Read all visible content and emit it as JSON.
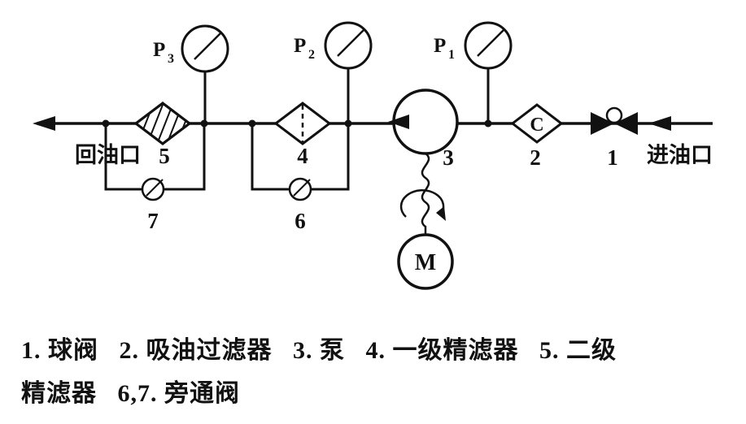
{
  "diagram": {
    "gauges": {
      "p3": {
        "label": "P",
        "sub": "3"
      },
      "p2": {
        "label": "P",
        "sub": "2"
      },
      "p1": {
        "label": "P",
        "sub": "1"
      }
    },
    "components": {
      "ball_valve_num": "1",
      "suction_filter_num": "2",
      "suction_filter_letter": "C",
      "pump_num": "3",
      "filter_stage1_num": "4",
      "filter_stage2_num": "5",
      "bypass_valve_right_num": "6",
      "bypass_valve_left_num": "7",
      "motor_letter": "M"
    },
    "ports": {
      "return_port": "回油口",
      "inlet_port": "进油口"
    },
    "caption": {
      "line1": "1. 球阀   2. 吸油过滤器   3. 泵   4. 一级精滤器   5. 二级",
      "line2": "精滤器   6,7. 旁通阀"
    }
  }
}
